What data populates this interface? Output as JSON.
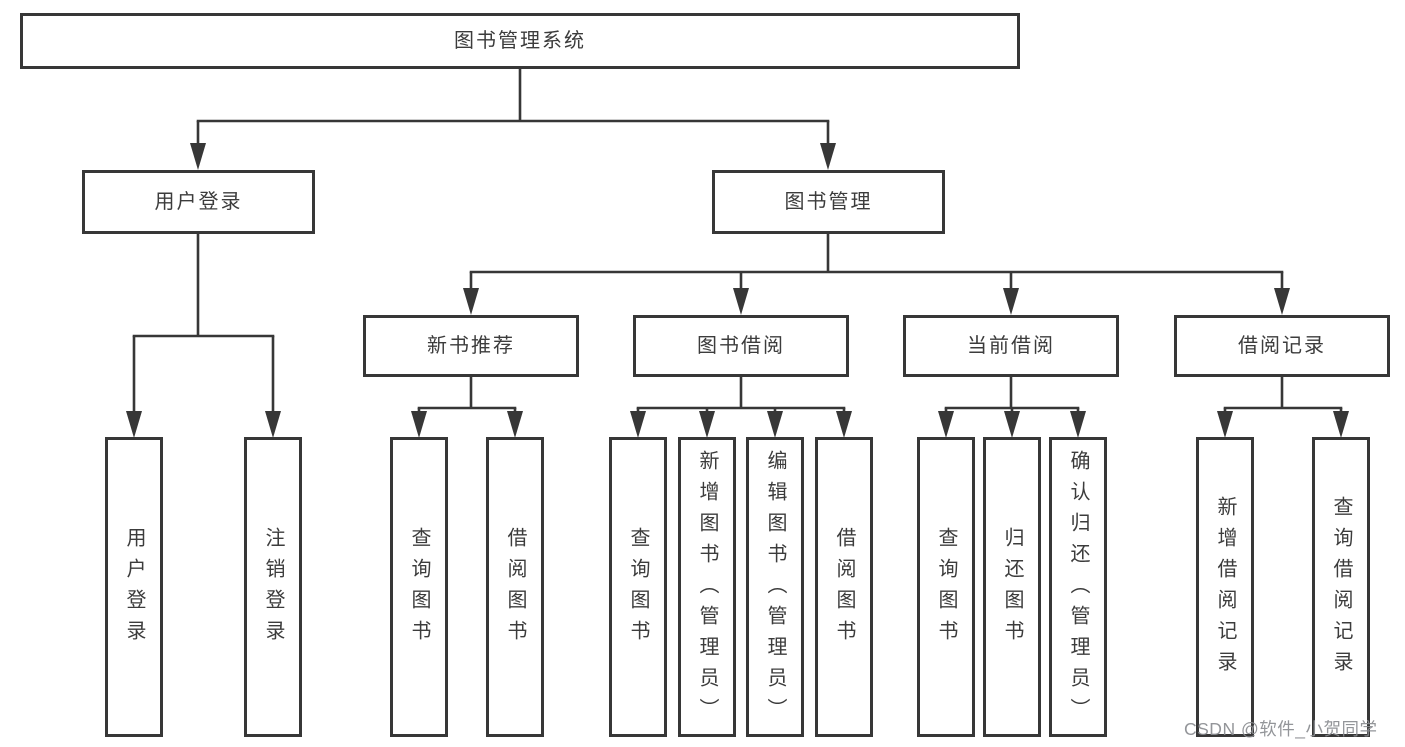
{
  "colors": {
    "line": "#373737",
    "box_border": "#373737",
    "text": "#3c3c3c",
    "background": "#ffffff",
    "watermark": "#8a8c90"
  },
  "watermark": {
    "text": "CSDN @软件_小贺同学"
  },
  "tree": {
    "root": {
      "label": "图书管理系统"
    },
    "branches": [
      {
        "label": "用户登录",
        "children": [
          {
            "label": "用户登录"
          },
          {
            "label": "注销登录"
          }
        ]
      },
      {
        "label": "图书管理",
        "children": [
          {
            "label": "新书推荐",
            "children": [
              {
                "label": "查询图书"
              },
              {
                "label": "借阅图书"
              }
            ]
          },
          {
            "label": "图书借阅",
            "children": [
              {
                "label": "查询图书"
              },
              {
                "label": "新增图书（管理员）"
              },
              {
                "label": "编辑图书（管理员）"
              },
              {
                "label": "借阅图书"
              }
            ]
          },
          {
            "label": "当前借阅",
            "children": [
              {
                "label": "查询图书"
              },
              {
                "label": "归还图书"
              },
              {
                "label": "确认归还（管理员）"
              }
            ]
          },
          {
            "label": "借阅记录",
            "children": [
              {
                "label": "新增借阅记录"
              },
              {
                "label": "查询借阅记录"
              }
            ]
          }
        ]
      }
    ]
  }
}
